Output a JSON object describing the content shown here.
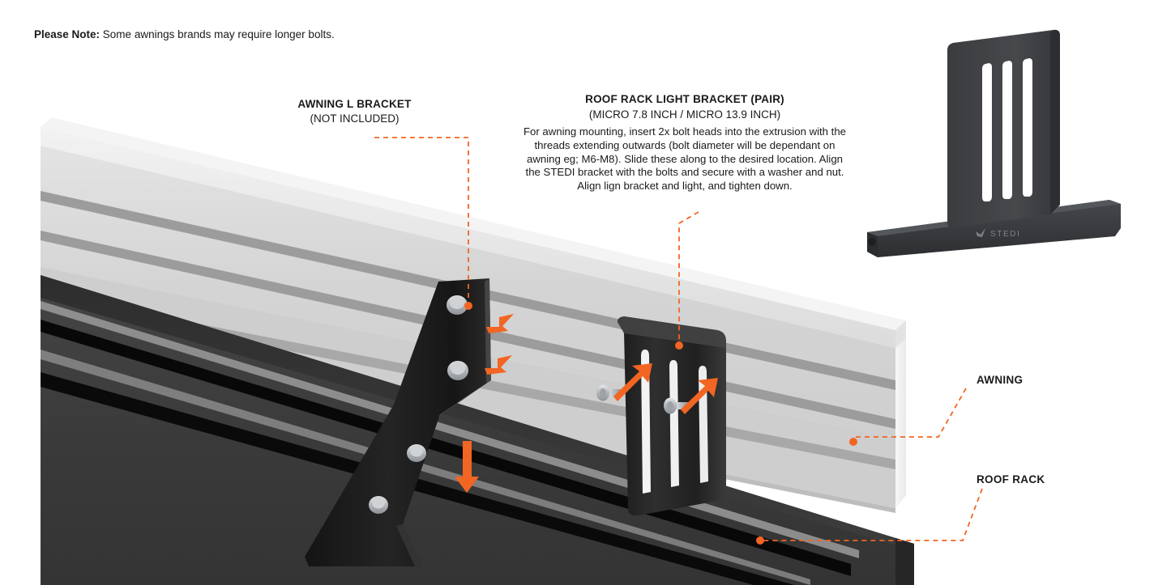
{
  "page": {
    "title": "Roof Rack Light Bracket Installation Diagram",
    "background": "#ffffff",
    "accent_color": "#F26522",
    "text_color": "#1a1a1a"
  },
  "note": {
    "lead": "Please Note:",
    "text": " Some awnings brands may require longer bolts."
  },
  "callouts": {
    "l_bracket": {
      "heading": "AWNING L BRACKET",
      "subheading": "(NOT INCLUDED)"
    },
    "light_bracket": {
      "heading": "ROOF RACK LIGHT BRACKET (PAIR)",
      "subheading": "(MICRO 7.8 INCH / MICRO 13.9 INCH)",
      "body": "For awning mounting, insert 2x bolt heads into the extrusion with the threads extending outwards (bolt diameter will be dependant on awning eg; M6-M8). Slide these along to the desired location. Align the STEDI bracket with the bolts and secure with a washer and nut. Align lign bracket and light, and tighten down."
    },
    "awning": {
      "label": "AWNING"
    },
    "roof_rack": {
      "label": "ROOF RACK"
    }
  },
  "product": {
    "brand": "STEDI",
    "brand_mark": "checkmark-logo",
    "slot_count": 3,
    "body_color": "#3b3d40"
  },
  "diagram": {
    "awning_rail": {
      "name": "awning-extrusion",
      "color": "#d8d8d8",
      "groove_color": "#9a9a9a"
    },
    "roof_rack_rail": {
      "name": "roof-rack-extrusion",
      "color": "#3a3a3a",
      "groove_color": "#0a0a0a"
    },
    "l_bracket": {
      "name": "awning-l-bracket",
      "color": "#1c1c1c",
      "bolt_count": 4,
      "bolt_color": "#b8bcbf"
    },
    "light_bracket": {
      "name": "roof-rack-light-bracket",
      "color": "#2a2a2a",
      "slot_count": 3,
      "bolt_count": 2
    },
    "arrows": [
      {
        "name": "arrow-slide-up-right-1",
        "direction": "up-right"
      },
      {
        "name": "arrow-slide-up-right-2",
        "direction": "up-right"
      },
      {
        "name": "arrow-insert-down",
        "direction": "down"
      },
      {
        "name": "arrow-bolt-into-slot-1",
        "direction": "up-right"
      },
      {
        "name": "arrow-bolt-into-slot-2",
        "direction": "up-right"
      }
    ]
  }
}
